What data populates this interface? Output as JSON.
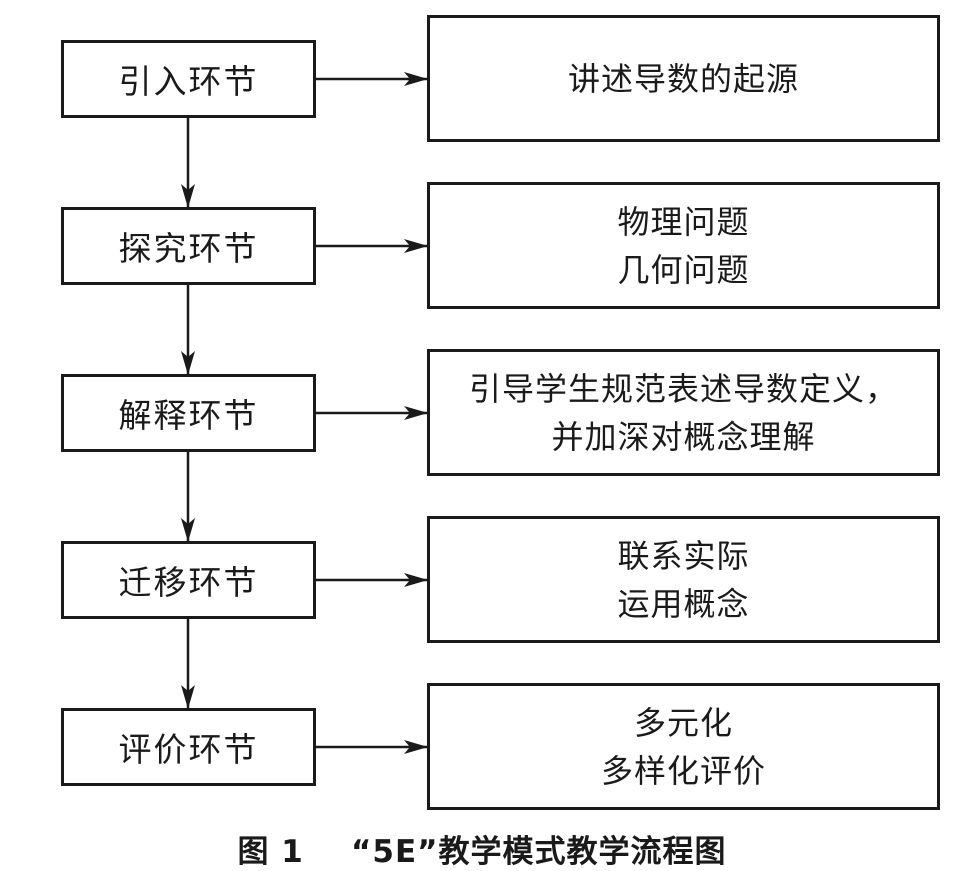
{
  "stages": [
    {
      "label": "引入环节",
      "details": [
        "讲述导数的起源"
      ]
    },
    {
      "label": "探究环节",
      "details": [
        "物理问题",
        "几何问题"
      ]
    },
    {
      "label": "解释环节",
      "details": [
        "引导学生规范表述导数定义，",
        "并加深对概念理解"
      ]
    },
    {
      "label": "迁移环节",
      "details": [
        "联系实际",
        "运用概念"
      ]
    },
    {
      "label": "评价环节",
      "details": [
        "多元化",
        "多样化评价"
      ]
    }
  ],
  "caption": "图 1    “5E”教学模式教学流程图",
  "colors": {
    "line": "#1a1a1a",
    "background": "#ffffff"
  }
}
